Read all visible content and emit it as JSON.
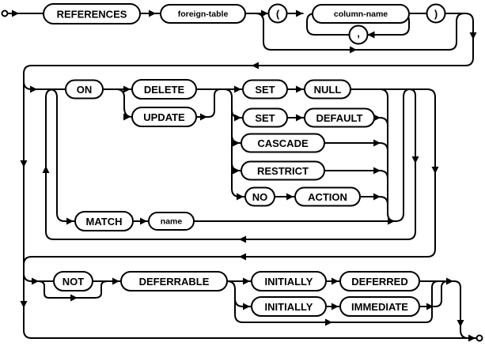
{
  "diagram": {
    "kind": "railroad-syntax-diagram",
    "colors": {
      "line": "#000000",
      "background": "#ffffff",
      "node_fill": "#ffffff"
    },
    "nodes": {
      "references": {
        "label": "REFERENCES",
        "kind": "keyword"
      },
      "foreign_table": {
        "label": "foreign-table",
        "kind": "nonterminal"
      },
      "lparen": {
        "label": "(",
        "kind": "punctuation"
      },
      "column_name": {
        "label": "column-name",
        "kind": "nonterminal"
      },
      "comma": {
        "label": ",",
        "kind": "punctuation"
      },
      "rparen": {
        "label": ")",
        "kind": "punctuation"
      },
      "on": {
        "label": "ON",
        "kind": "keyword"
      },
      "delete": {
        "label": "DELETE",
        "kind": "keyword"
      },
      "update": {
        "label": "UPDATE",
        "kind": "keyword"
      },
      "set1": {
        "label": "SET",
        "kind": "keyword"
      },
      "null": {
        "label": "NULL",
        "kind": "keyword"
      },
      "set2": {
        "label": "SET",
        "kind": "keyword"
      },
      "default": {
        "label": "DEFAULT",
        "kind": "keyword"
      },
      "cascade": {
        "label": "CASCADE",
        "kind": "keyword"
      },
      "restrict": {
        "label": "RESTRICT",
        "kind": "keyword"
      },
      "no": {
        "label": "NO",
        "kind": "keyword"
      },
      "action": {
        "label": "ACTION",
        "kind": "keyword"
      },
      "match": {
        "label": "MATCH",
        "kind": "keyword"
      },
      "name": {
        "label": "name",
        "kind": "nonterminal"
      },
      "not": {
        "label": "NOT",
        "kind": "keyword"
      },
      "deferrable": {
        "label": "DEFERRABLE",
        "kind": "keyword"
      },
      "initially1": {
        "label": "INITIALLY",
        "kind": "keyword"
      },
      "deferred": {
        "label": "DEFERRED",
        "kind": "keyword"
      },
      "initially2": {
        "label": "INITIALLY",
        "kind": "keyword"
      },
      "immediate": {
        "label": "IMMEDIATE",
        "kind": "keyword"
      }
    }
  }
}
